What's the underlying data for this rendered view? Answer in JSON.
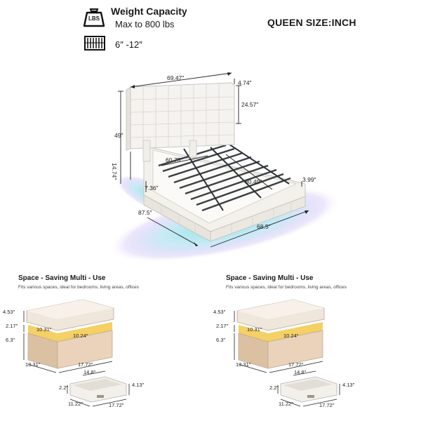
{
  "header": {
    "lbs_icon_text": "LBS",
    "weight_title": "Weight Capacity",
    "weight_value": "Max to 800 lbs",
    "mattress_range": "6″ -12″",
    "size_label": "QUEEN SIZE:INCH"
  },
  "bed": {
    "dims": {
      "headboard_width": "69.47″",
      "headboard_thickness": "4.74″",
      "headboard_height": "24.57″",
      "total_height": "49″",
      "frame_height": "14.74″",
      "inner_width": "60.75″",
      "inner_length": "80.49″",
      "rail_height": "3.99″",
      "leg_clearance": "7.36″",
      "total_length": "87.5″",
      "total_width": "68.5″"
    }
  },
  "nightstands": [
    {
      "title": "Space - Saving Multi - Use",
      "subtitle": "Fits various spaces, ideal for bedrooms, living areas, offices",
      "dims": {
        "top_height": "4.53″",
        "gap_height": "2.17″",
        "base_height": "6.3″",
        "gap_depth": "10.31″",
        "gap_width": "10.24″",
        "depth": "13.31″",
        "width": "17.72″",
        "drawer_inner_width": "14.8″",
        "drawer_side_height": "2.2″",
        "drawer_height": "4.13″",
        "drawer_depth": "11.22″",
        "drawer_width": "17.72″"
      }
    },
    {
      "title": "Space - Saving Multi - Use",
      "subtitle": "Fits various spaces, ideal for bedrooms, living areas, offices",
      "dims": {
        "top_height": "4.53″",
        "gap_height": "2.17″",
        "base_height": "6.3″",
        "gap_depth": "10.31″",
        "gap_width": "10.24″",
        "depth": "13.31″",
        "width": "17.72″",
        "drawer_inner_width": "14.8″",
        "drawer_side_height": "2.2″",
        "drawer_height": "4.13″",
        "drawer_depth": "11.22″",
        "drawer_width": "17.72″"
      }
    }
  ],
  "colors": {
    "led_glow": "#7fe6d8",
    "led_glow_purple": "#a98fe8",
    "warm_light": "#f2c84a",
    "upholstery": "#f4f2ee",
    "slat": "#3a3f45",
    "wood_base": "#e6cdb2"
  }
}
